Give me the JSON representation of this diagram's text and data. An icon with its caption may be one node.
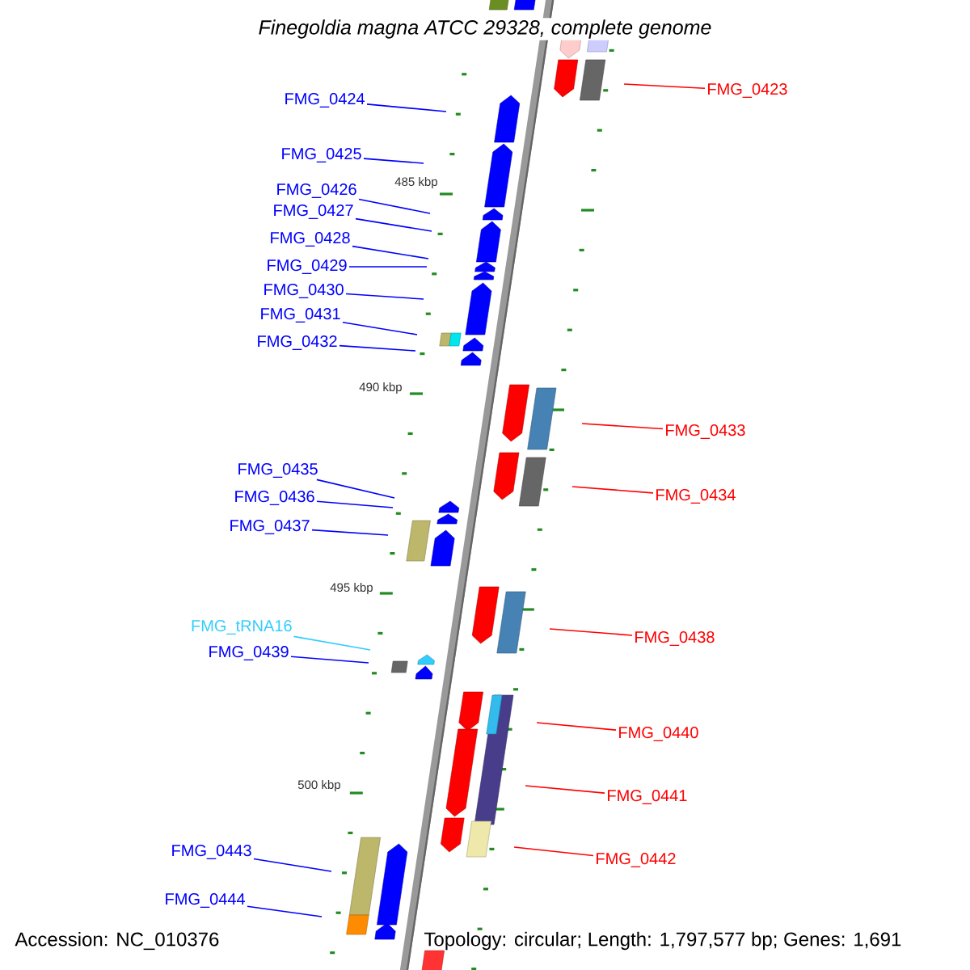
{
  "diagram": {
    "title": "Finegoldia magna ATCC 29328, complete genome",
    "nodes": [
      {
        "text": [
          "FMG_0423"
        ]
      },
      {
        "text": [
          "FMG_0424"
        ]
      },
      {
        "text": [
          "FMG_0425"
        ]
      },
      {
        "text": [
          "FMG_0426"
        ]
      },
      {
        "text": [
          "FMG_0427"
        ]
      },
      {
        "text": [
          "FMG_0428"
        ]
      },
      {
        "text": [
          "FMG_0429"
        ]
      },
      {
        "text": [
          "FMG_0430"
        ]
      },
      {
        "text": [
          "FMG_0431"
        ]
      },
      {
        "text": [
          "FMG_0432"
        ]
      },
      {
        "text": [
          "FMG_0433"
        ]
      },
      {
        "text": [
          "FMG_0435"
        ]
      },
      {
        "text": [
          "FMG_0434"
        ]
      },
      {
        "text": [
          "FMG_0436"
        ]
      },
      {
        "text": [
          "FMG_0437"
        ]
      },
      {
        "text": [
          "FMG_tRNA16"
        ]
      },
      {
        "text": [
          "FMG_0438"
        ]
      },
      {
        "text": [
          "FMG_0439"
        ]
      },
      {
        "text": [
          "FMG_0440"
        ]
      },
      {
        "text": [
          "FMG_0441"
        ]
      },
      {
        "text": [
          "FMG_0443"
        ]
      },
      {
        "text": [
          "FMG_0442"
        ]
      },
      {
        "text": [
          "FMG_0444"
        ]
      }
    ],
    "edges": [
      {
        "from": 0,
        "to": null,
        "arrow": "none",
        "color": "#ff0000"
      },
      {
        "from": 1,
        "to": null,
        "arrow": "none"
      },
      {
        "from": 2,
        "to": null,
        "arrow": "none"
      },
      {
        "from": 3,
        "to": null,
        "arrow": "none"
      },
      {
        "from": 4,
        "to": null,
        "arrow": "none"
      },
      {
        "from": 5,
        "to": null,
        "arrow": "none"
      },
      {
        "from": 6,
        "to": null,
        "arrow": "none"
      },
      {
        "from": 7,
        "to": null,
        "arrow": "none"
      },
      {
        "from": 8,
        "to": null,
        "arrow": "none"
      },
      {
        "from": 9,
        "to": null,
        "arrow": "none"
      },
      {
        "from": 10,
        "to": null,
        "arrow": "none",
        "color": "#ff0000"
      },
      {
        "from": 11,
        "to": null,
        "arrow": "none"
      },
      {
        "from": 12,
        "to": null,
        "arrow": "none",
        "color": "#ff0000"
      },
      {
        "from": 13,
        "to": null,
        "arrow": "none"
      },
      {
        "from": 14,
        "to": null,
        "arrow": "none"
      },
      {
        "from": 15,
        "to": null,
        "arrow": "none",
        "color": "#33ccff"
      },
      {
        "from": 16,
        "to": null,
        "arrow": "none",
        "color": "#ff0000"
      },
      {
        "from": 17,
        "to": null,
        "arrow": "none"
      },
      {
        "from": 18,
        "to": null,
        "arrow": "none",
        "color": "#ff0000"
      },
      {
        "from": 19,
        "to": null,
        "arrow": "none",
        "color": "#ff0000"
      },
      {
        "from": 20,
        "to": null,
        "arrow": "none"
      },
      {
        "from": 21,
        "to": null,
        "arrow": "none",
        "color": "#ff0000"
      },
      {
        "from": 22,
        "to": null,
        "arrow": "none"
      }
    ],
    "labels": [
      "485 kbp",
      "490 kbp",
      "495 kbp",
      "500 kbp",
      "Accession: NC_010376",
      "Topology: circular; Length: 1,797,577 bp; Genes: 1,691"
    ]
  }
}
